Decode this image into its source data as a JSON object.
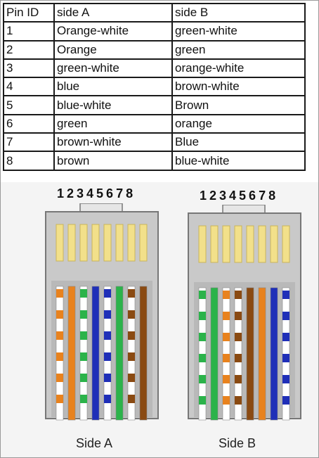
{
  "table": {
    "headers": [
      "Pin ID",
      "side A",
      "side B"
    ],
    "rows": [
      {
        "id": "1",
        "a": "Orange-white",
        "b": "green-white"
      },
      {
        "id": "2",
        "a": "Orange",
        "b": "green"
      },
      {
        "id": "3",
        "a": "green-white",
        "b": "orange-white"
      },
      {
        "id": "4",
        "a": "blue",
        "b": "brown-white"
      },
      {
        "id": "5",
        "a": "blue-white",
        "b": "Brown"
      },
      {
        "id": "6",
        "a": "green",
        "b": "orange"
      },
      {
        "id": "7",
        "a": "brown-white",
        "b": "Blue"
      },
      {
        "id": "8",
        "a": "brown",
        "b": "blue-white"
      }
    ]
  },
  "connectors": [
    {
      "label": "Side A",
      "pin_numbers": "1 2 3 4 5 6 7 8",
      "wires": [
        "orange-white",
        "orange",
        "green-white",
        "blue",
        "blue-white",
        "green",
        "brown-white",
        "brown"
      ]
    },
    {
      "label": "Side B",
      "pin_numbers": "1 2 3 4 5 6 7 8",
      "wires": [
        "green-white",
        "green",
        "orange-white",
        "brown-white",
        "brown",
        "orange",
        "blue",
        "blue-white"
      ]
    }
  ],
  "colors": {
    "orange": "#e8821e",
    "green": "#2bb34a",
    "blue": "#1f2fb8",
    "brown": "#8a4a12",
    "contact": "#f2e08a",
    "housing": "#9a9a9a"
  }
}
